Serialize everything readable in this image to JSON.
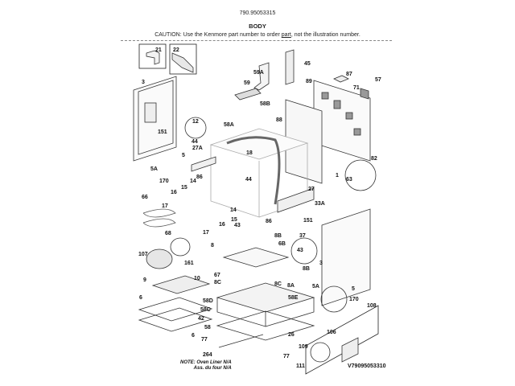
{
  "header": {
    "model_number": "790.95053315",
    "title": "BODY",
    "caution_prefix": "CAUTION: Use the Kenmore part number to order ",
    "caution_link": "part",
    "caution_suffix": ", not the illustration number."
  },
  "callouts": [
    {
      "id": "c21",
      "text": "21"
    },
    {
      "id": "c22",
      "text": "22"
    },
    {
      "id": "c45",
      "text": "45"
    },
    {
      "id": "c3a",
      "text": "3"
    },
    {
      "id": "c59A",
      "text": "59A"
    },
    {
      "id": "c59",
      "text": "59"
    },
    {
      "id": "c87",
      "text": "87"
    },
    {
      "id": "c57",
      "text": "57"
    },
    {
      "id": "c89",
      "text": "89"
    },
    {
      "id": "c71",
      "text": "71"
    },
    {
      "id": "c58B",
      "text": "58B"
    },
    {
      "id": "c88",
      "text": "88"
    },
    {
      "id": "c151a",
      "text": "151"
    },
    {
      "id": "c12",
      "text": "12"
    },
    {
      "id": "c58A",
      "text": "58A"
    },
    {
      "id": "c44a",
      "text": "44"
    },
    {
      "id": "c27A",
      "text": "27A"
    },
    {
      "id": "c18",
      "text": "18"
    },
    {
      "id": "c1",
      "text": "1"
    },
    {
      "id": "c82",
      "text": "82"
    },
    {
      "id": "c5a",
      "text": "5"
    },
    {
      "id": "c5Aa",
      "text": "5A"
    },
    {
      "id": "c170a",
      "text": "170"
    },
    {
      "id": "c86a",
      "text": "86"
    },
    {
      "id": "c14a",
      "text": "14"
    },
    {
      "id": "c15a",
      "text": "15"
    },
    {
      "id": "c16a",
      "text": "16"
    },
    {
      "id": "c44b",
      "text": "44"
    },
    {
      "id": "c63",
      "text": "63"
    },
    {
      "id": "c27",
      "text": "27"
    },
    {
      "id": "c33A",
      "text": "33A"
    },
    {
      "id": "c66",
      "text": "66"
    },
    {
      "id": "c17a",
      "text": "17"
    },
    {
      "id": "c14b",
      "text": "14"
    },
    {
      "id": "c15b",
      "text": "15"
    },
    {
      "id": "c16b",
      "text": "16"
    },
    {
      "id": "c17b",
      "text": "17"
    },
    {
      "id": "c43a",
      "text": "43"
    },
    {
      "id": "c86b",
      "text": "86"
    },
    {
      "id": "c151b",
      "text": "151"
    },
    {
      "id": "c37",
      "text": "37"
    },
    {
      "id": "c68",
      "text": "68"
    },
    {
      "id": "c8Ba",
      "text": "8B"
    },
    {
      "id": "c8",
      "text": "8"
    },
    {
      "id": "c6B",
      "text": "6B"
    },
    {
      "id": "c107",
      "text": "107"
    },
    {
      "id": "c161",
      "text": "161"
    },
    {
      "id": "c43b",
      "text": "43"
    },
    {
      "id": "c8Bb",
      "text": "8B"
    },
    {
      "id": "c3b",
      "text": "3"
    },
    {
      "id": "c9",
      "text": "9"
    },
    {
      "id": "c10",
      "text": "10"
    },
    {
      "id": "c67",
      "text": "67"
    },
    {
      "id": "c8Ca",
      "text": "8C"
    },
    {
      "id": "c8Cb",
      "text": "8C"
    },
    {
      "id": "c8A",
      "text": "8A"
    },
    {
      "id": "c5Ab",
      "text": "5A"
    },
    {
      "id": "c5b",
      "text": "5"
    },
    {
      "id": "c58D",
      "text": "58D"
    },
    {
      "id": "c58E",
      "text": "58E"
    },
    {
      "id": "c170b",
      "text": "170"
    },
    {
      "id": "c6a",
      "text": "6"
    },
    {
      "id": "c58C",
      "text": "58C"
    },
    {
      "id": "c108",
      "text": "108"
    },
    {
      "id": "c42",
      "text": "42"
    },
    {
      "id": "c6b",
      "text": "6"
    },
    {
      "id": "c58",
      "text": "58"
    },
    {
      "id": "c106",
      "text": "106"
    },
    {
      "id": "c26",
      "text": "26"
    },
    {
      "id": "c77a",
      "text": "77"
    },
    {
      "id": "c109",
      "text": "109"
    },
    {
      "id": "c264",
      "text": "264"
    },
    {
      "id": "c77b",
      "text": "77"
    },
    {
      "id": "c111",
      "text": "111"
    }
  ],
  "note": {
    "line1": "NOTE: Oven Liner N/A",
    "line2": "Ass. du four N/A"
  },
  "illustration_id": "V79095053310"
}
